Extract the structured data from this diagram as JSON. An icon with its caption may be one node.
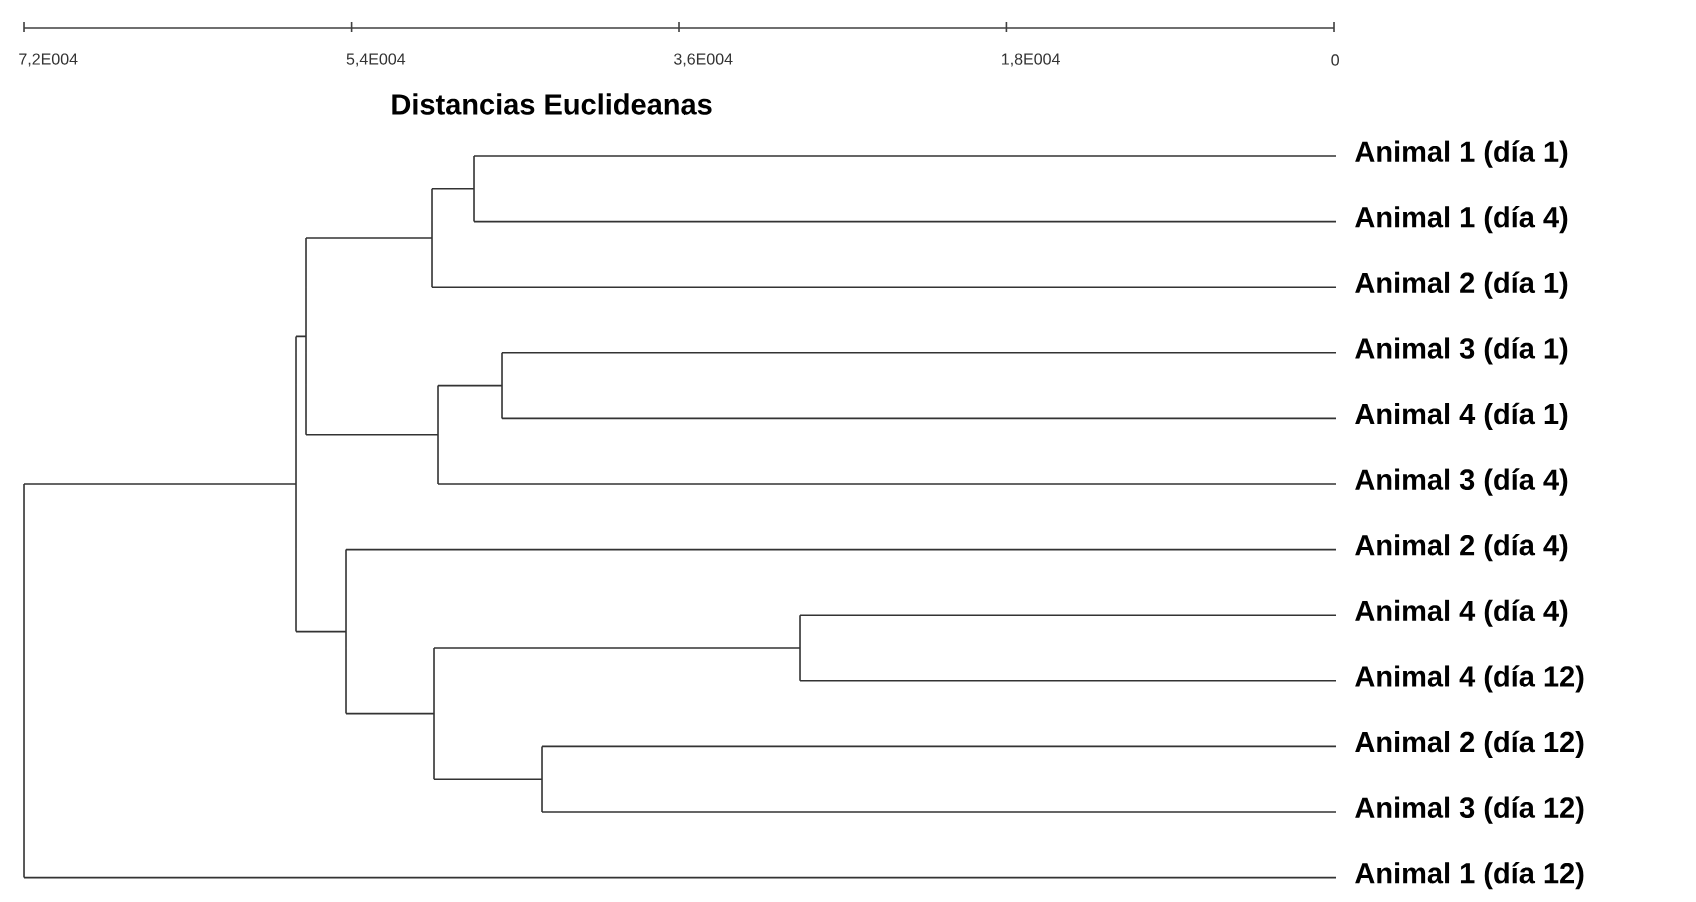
{
  "diagram": {
    "nodes": [
      {
        "text": [
          "Animal 1 (día 1)"
        ]
      },
      {
        "text": [
          "Animal 1 (día 4)"
        ]
      },
      {
        "text": [
          "Animal 2 (día 1)"
        ]
      },
      {
        "text": [
          "Animal 3 (día 1)"
        ]
      },
      {
        "text": [
          "Animal 4 (día 1)"
        ]
      },
      {
        "text": [
          "Animal 3 (día 4)"
        ]
      },
      {
        "text": [
          "Animal 2 (día 4)"
        ]
      },
      {
        "text": [
          "Animal 4 (día 4)"
        ]
      },
      {
        "text": [
          "Animal 4 (día 12)"
        ]
      },
      {
        "text": [
          "Animal 2 (día 12)"
        ]
      },
      {
        "text": [
          "Animal 3 (día 12)"
        ]
      },
      {
        "text": [
          "Animal 1 (día 12)"
        ]
      }
    ],
    "labels": [
      "7,2E004",
      "5,4E004",
      "3,6E004",
      "1,8E004",
      "0",
      "Distancias Euclideanas"
    ]
  }
}
